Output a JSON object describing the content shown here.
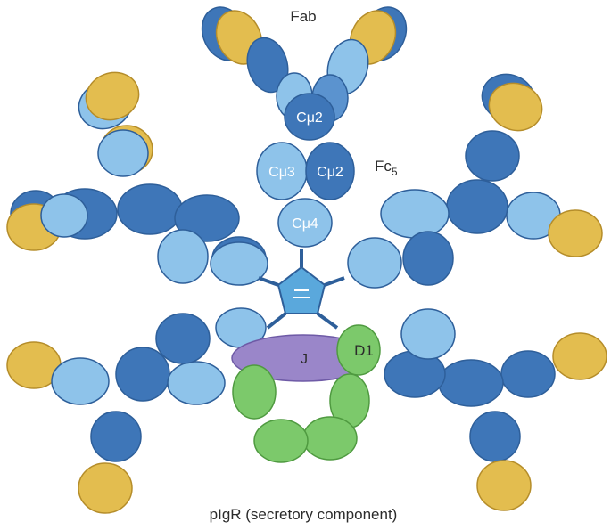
{
  "labels": {
    "fab": "Fab",
    "fc": "Fc",
    "fc_subscript": "5",
    "cmu2_top": "Cμ2",
    "cmu3": "Cμ3",
    "cmu2_right": "Cμ2",
    "cmu4": "Cμ4",
    "j_chain": "J",
    "d1": "D1",
    "pigr": "pIgR (secretory component)"
  },
  "colors": {
    "heavy_dark": "#3e76b8",
    "heavy_mid": "#5b93cf",
    "heavy_light": "#8ec3ea",
    "light_chain": "#e3bd4f",
    "j_chain": "#9a86c9",
    "pigr": "#7cc96b",
    "linker": "#5aa8dc",
    "outline": "#2e5f9a"
  }
}
